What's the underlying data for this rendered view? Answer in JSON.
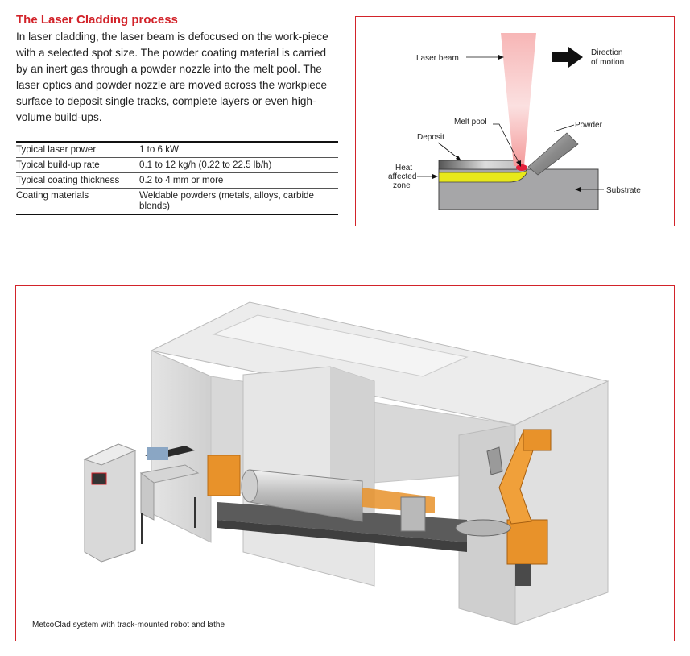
{
  "heading": "The Laser Cladding process",
  "intro": "In laser cladding, the laser beam is defocused on the work-piece with a selected spot size. The powder coating material is carried by an inert gas through a powder nozzle into the melt pool. The laser optics and powder nozzle are moved across the workpiece surface to deposit single tracks, complete layers or even high-volume build-ups.",
  "specs": [
    {
      "label": "Typical laser power",
      "value": "1 to 6 kW"
    },
    {
      "label": "Typical build-up rate",
      "value": "0.1 to 12 kg/h (0.22 to 22.5 lb/h)"
    },
    {
      "label": "Typical coating thickness",
      "value": "0.2 to 4 mm or more"
    },
    {
      "label": "Coating materials",
      "value": "Weldable powders (metals, alloys, carbide blends)"
    }
  ],
  "diagram": {
    "laser_beam": "Laser beam",
    "direction_line1": "Direction",
    "direction_line2": "of motion",
    "melt_pool": "Melt pool",
    "powder": "Powder",
    "deposit": "Deposit",
    "heat_line1": "Heat",
    "heat_line2": "affected",
    "heat_line3": "zone",
    "substrate": "Substrate"
  },
  "photo": {
    "caption": "MetcoClad system with track-mounted robot and lathe"
  },
  "colors": {
    "accent_red": "#d2232a",
    "laser_pink": "#f6a9a9",
    "heat_zone_yellow": "#e8e81a",
    "substrate_gray": "#a6a6a8",
    "robot_orange": "#e8922a"
  }
}
